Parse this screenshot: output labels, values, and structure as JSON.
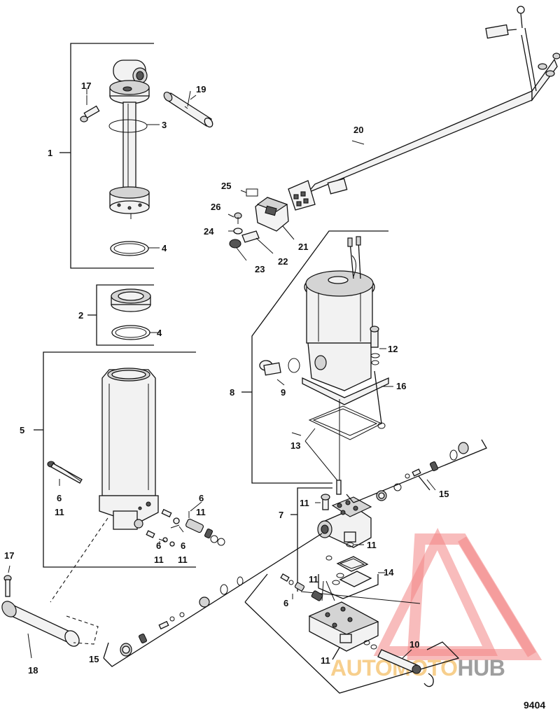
{
  "diagram_code": "9404",
  "watermark": {
    "brand_a": "AUTOMOTO",
    "brand_b": "HUB",
    "color_a": "#f6c77a",
    "color_b": "#8e8e8e",
    "triangle_color": "#f07070"
  },
  "callouts": {
    "c17a": "17",
    "c19": "19",
    "c3": "3",
    "c1": "1",
    "c4a": "4",
    "c2": "2",
    "c4b": "4",
    "c5": "5",
    "c6a": "6",
    "c11a": "11",
    "c6b": "6",
    "c11b": "11",
    "c6c": "6",
    "c11c": "11",
    "c6d": "6",
    "c11d": "11",
    "c17b": "17",
    "c18": "18",
    "c15a": "15",
    "c20": "20",
    "c25": "25",
    "c26": "26",
    "c24": "24",
    "c21": "21",
    "c22": "22",
    "c23": "23",
    "c8": "8",
    "c9": "9",
    "c12": "12",
    "c16": "16",
    "c13": "13",
    "c15b": "15",
    "c7": "7",
    "c11e": "11",
    "c11f": "11",
    "c14": "14",
    "c11g": "11",
    "c6e": "6",
    "c10": "10",
    "c11h": "11"
  }
}
